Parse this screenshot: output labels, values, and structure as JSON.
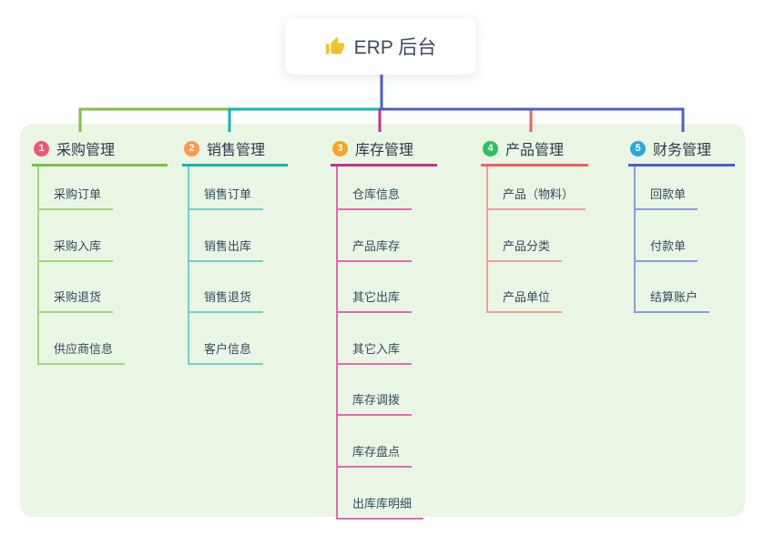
{
  "root": {
    "label": "ERP 后台",
    "icon": "thumbs-up"
  },
  "branches": [
    {
      "num": "1",
      "label": "采购管理",
      "badge_color": "#f2566e",
      "line_color": "#7fbe46",
      "child_line_color": "#a6d37f",
      "children": [
        "采购订单",
        "采购入库",
        "采购退货",
        "供应商信息"
      ]
    },
    {
      "num": "2",
      "label": "销售管理",
      "badge_color": "#fb9a4d",
      "line_color": "#0cb8ae",
      "child_line_color": "#72cfc6",
      "children": [
        "销售订单",
        "销售出库",
        "销售退货",
        "客户信息"
      ]
    },
    {
      "num": "3",
      "label": "库存管理",
      "badge_color": "#f9a423",
      "line_color": "#c9308e",
      "child_line_color": "#e668ae",
      "children": [
        "仓库信息",
        "产品库存",
        "其它出库",
        "其它入库",
        "库存调拨",
        "库存盘点",
        "出库库明细"
      ]
    },
    {
      "num": "4",
      "label": "产品管理",
      "badge_color": "#2fbf5d",
      "line_color": "#f25c66",
      "child_line_color": "#f59a9e",
      "children": [
        "产品（物料）",
        "产品分类",
        "产品单位"
      ]
    },
    {
      "num": "5",
      "label": "财务管理",
      "badge_color": "#2ba7e0",
      "line_color": "#4c5ccf",
      "child_line_color": "#8b9bdc",
      "children": [
        "回款单",
        "付款单",
        "结算账户"
      ]
    }
  ],
  "colors": {
    "panel_bg": "#e9f6e3",
    "root_line": "#4c5ccf",
    "icon_yellow": "#f5c02c"
  }
}
